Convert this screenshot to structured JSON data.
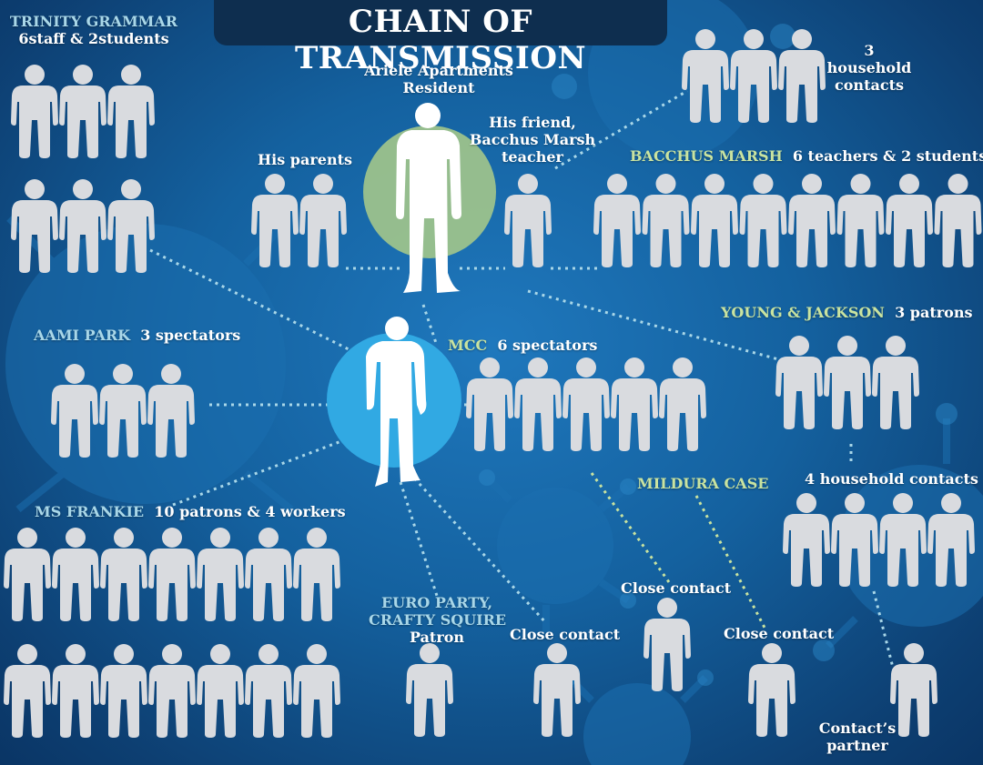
{
  "title": "CHAIN OF TRANSMISSION",
  "colors": {
    "background": "#14619f",
    "figure": "#d9dbdf",
    "venue_label": "#a9d7e8",
    "source_circle": "#a3c78b",
    "case_circle": "#31a9e3",
    "dotted_line": "#a9d7e8"
  },
  "primary_case": {
    "label_line1": "Ariele Apartments",
    "label_line2": "Resident"
  },
  "groups": {
    "trinity": {
      "name": "TRINITY GRAMMAR",
      "detail": "6staff & 2students"
    },
    "household": {
      "count": "3",
      "line1": "household",
      "line2": "contacts"
    },
    "parents": {
      "label": "His parents"
    },
    "friend": {
      "line1": "His friend,",
      "line2": "Bacchus Marsh",
      "line3": "teacher"
    },
    "bacchus": {
      "name": "BACCHUS MARSH",
      "detail": "6 teachers & 2 students"
    },
    "young_jackson": {
      "name": "YOUNG & JACKSON",
      "detail": "3 patrons"
    },
    "aami": {
      "name": "AAMI PARK",
      "detail": "3 spectators"
    },
    "mcc": {
      "name": "MCC",
      "detail": "6 spectators"
    },
    "mildura": {
      "name": "MILDURA CASE"
    },
    "household4": {
      "label": "4 household contacts"
    },
    "ms_frankie": {
      "name": "MS FRANKIE",
      "detail": "10 patrons & 4 workers"
    },
    "euro_party": {
      "name_line1": "EURO PARTY,",
      "name_line2": "CRAFTY SQUIRE",
      "detail": "Patron"
    },
    "close_contact_a": {
      "label": "Close contact"
    },
    "close_contact_b": {
      "label": "Close contact"
    },
    "close_contact_c": {
      "label": "Close contact"
    },
    "partner": {
      "line1": "Contact’s",
      "line2": "partner"
    }
  }
}
